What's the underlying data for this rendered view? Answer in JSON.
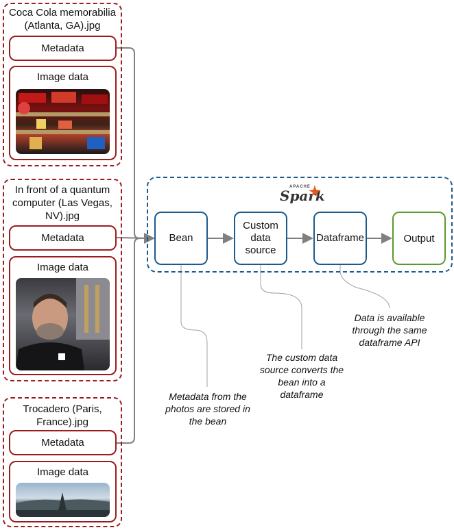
{
  "files": [
    {
      "title": "Coca Cola memorabilia (Atlanta, GA).jpg",
      "metadata_label": "Metadata",
      "image_label": "Image data",
      "photo_icon": "coca-cola-shelves-photo"
    },
    {
      "title": "In front of a quantum computer (Las Vegas, NV).jpg",
      "metadata_label": "Metadata",
      "image_label": "Image data",
      "photo_icon": "person-portrait-photo"
    },
    {
      "title": "Trocadero (Paris, France).jpg",
      "metadata_label": "Metadata",
      "image_label": "Image data",
      "photo_icon": "paris-panorama-photo"
    }
  ],
  "spark": {
    "logo_small": "APACHE",
    "logo_text": "Spark",
    "logo_color": "#e25a1c",
    "frame_color": "#1b5a8c",
    "nodes": {
      "bean": "Bean",
      "custom_source": "Custom data source",
      "dataframe": "Dataframe",
      "output": "Output"
    }
  },
  "notes": {
    "bean": "Metadata from the photos are stored in the bean",
    "custom_source": "The custom data source converts the bean into a dataframe",
    "dataframe": "Data is available through the same dataframe API"
  },
  "colors": {
    "file_border": "#9b1c1c",
    "output_border": "#5a9a2a",
    "connector": "#808080"
  }
}
